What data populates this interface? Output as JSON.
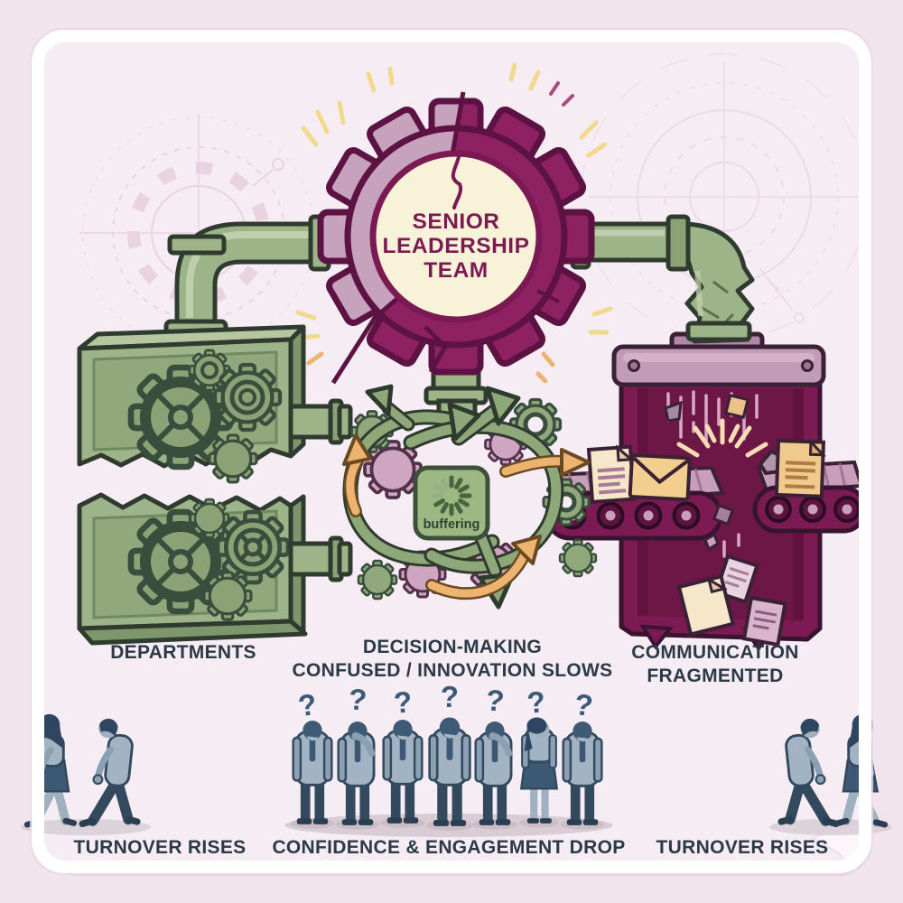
{
  "illustration": {
    "gear": {
      "line1": "SENIOR",
      "line2": "LEADERSHIP",
      "line3": "TEAM"
    },
    "buffering": {
      "label": "buffering"
    },
    "question_mark": "?"
  },
  "captions": {
    "departments": "DEPARTMENTS",
    "decision_line1": "DECISION-MAKING",
    "decision_line2": "CONFUSED / INNOVATION SLOWS",
    "communication_line1": "COMMUNICATION",
    "communication_line2": "FRAGMENTED",
    "turnover_left": "TURNOVER RISES",
    "confidence_engagement": "CONFIDENCE & ENGAGEMENT DROP",
    "turnover_right": "TURNOVER RISES"
  },
  "colors": {
    "background": "#f1e4ed",
    "panel": "#f6edf4",
    "frame": "#ffffff",
    "magenta_dark": "#8d2161",
    "mauve_light": "#c7a2bc",
    "cream": "#f8f2d9",
    "pipe_green": "#9db388",
    "machine_magenta": "#7c1a53",
    "orange": "#ecb46f",
    "figure_navy": "#3c5872",
    "caption_text": "#2c3947"
  }
}
